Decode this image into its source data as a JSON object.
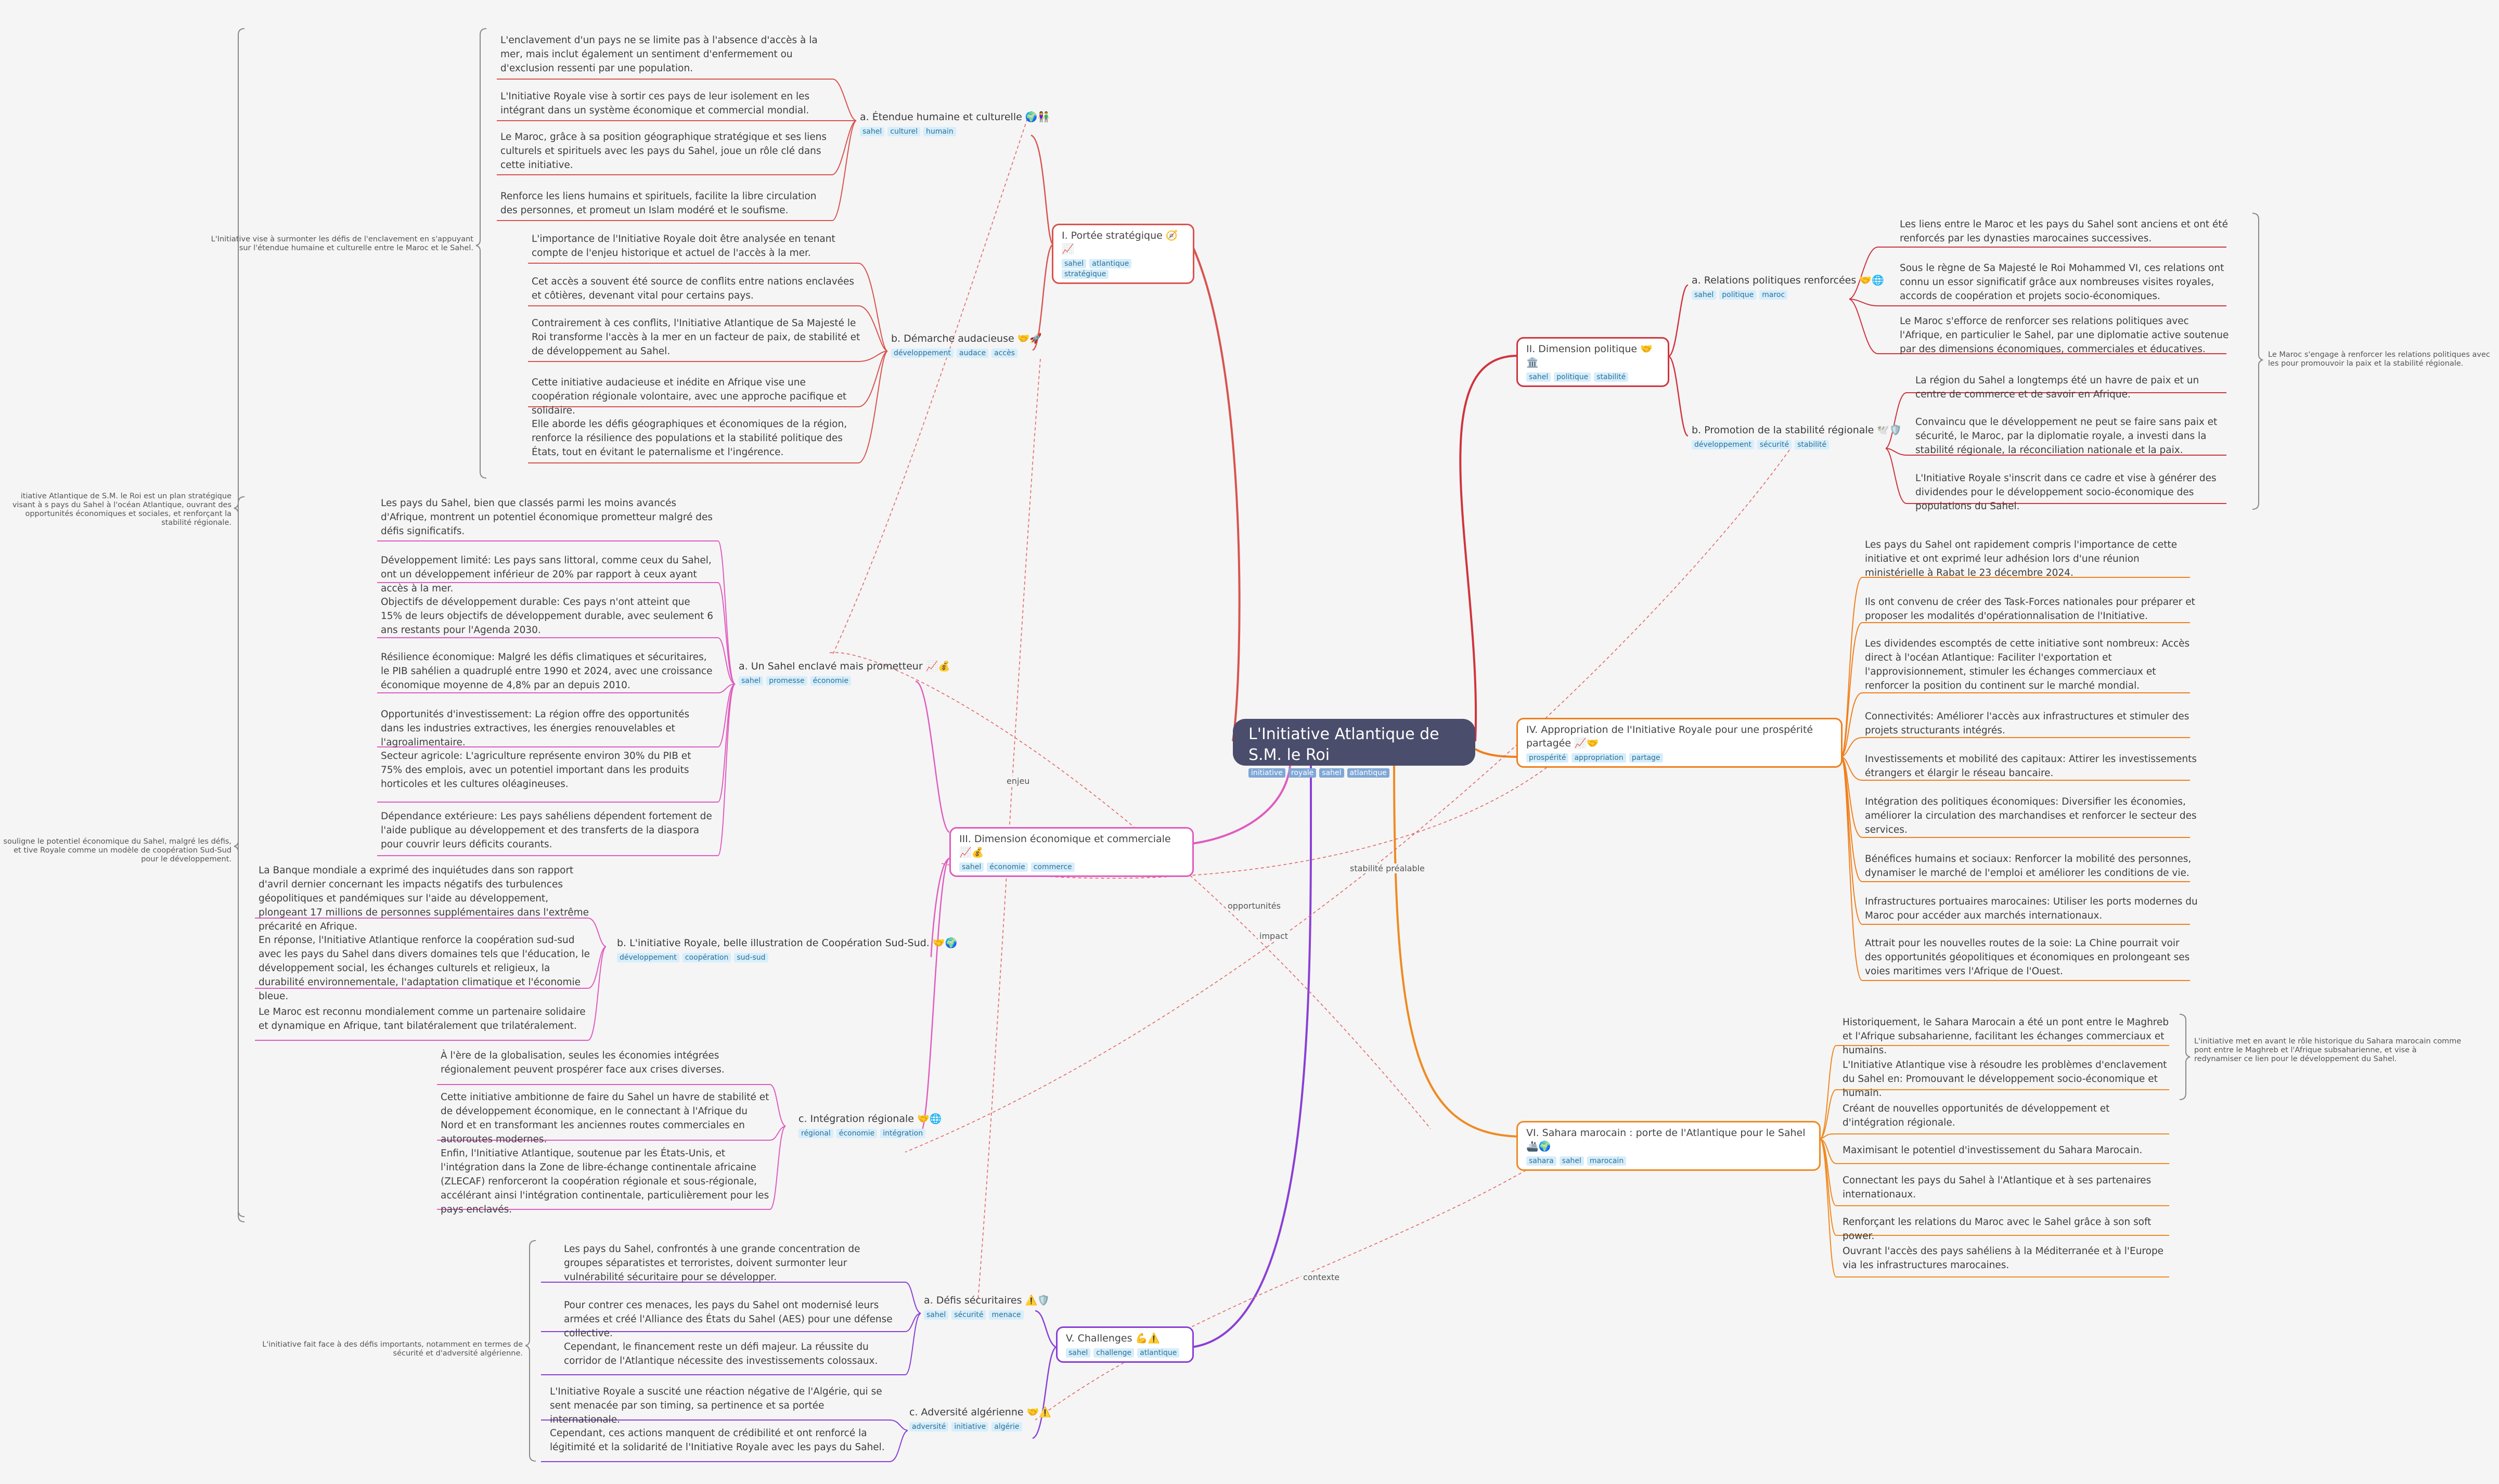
{
  "root": {
    "title": "L'Initiative Atlantique de S.M. le Roi",
    "tags": [
      "initiative",
      "royale",
      "sahel",
      "atlantique"
    ]
  },
  "branches": {
    "b1": {
      "title": "I. Portée stratégique 🧭📈",
      "tags": [
        "sahel",
        "atlantique",
        "stratégique"
      ],
      "a": {
        "title": "a. Étendue humaine et culturelle 🌍👫",
        "tags": [
          "sahel",
          "culturel",
          "humain"
        ],
        "leaves": [
          "L'enclavement d'un pays ne se limite pas à l'absence d'accès à la mer, mais inclut également un sentiment d'enfermement ou d'exclusion ressenti par une population.",
          "L'Initiative Royale vise à sortir ces pays de leur isolement en les intégrant dans un système économique et commercial mondial.",
          "Le Maroc, grâce à sa position géographique stratégique et ses liens culturels et spirituels avec les pays du Sahel, joue un rôle clé dans cette initiative.",
          "Renforce les liens humains et spirituels, facilite la libre circulation des personnes, et promeut un Islam modéré et le soufisme."
        ]
      },
      "b": {
        "title": "b. Démarche audacieuse 🤝🚀",
        "tags": [
          "développement",
          "audace",
          "accès"
        ],
        "leaves": [
          "L'importance de l'Initiative Royale doit être analysée en tenant compte de l'enjeu historique et actuel de l'accès à la mer.",
          "Cet accès a souvent été source de conflits entre nations enclavées et côtières, devenant vital pour certains pays.",
          "Contrairement à ces conflits, l'Initiative Atlantique de Sa Majesté le Roi transforme l'accès à la mer en un facteur de paix, de stabilité et de développement au Sahel.",
          "Cette initiative audacieuse et inédite en Afrique vise une coopération régionale volontaire, avec une approche pacifique et solidaire.",
          "Elle aborde les défis géographiques et économiques de la région, renforce la résilience des populations et la stabilité politique des États, tout en évitant le paternalisme et l'ingérence."
        ]
      },
      "summary": "L'Initiative vise à surmonter les défis de l'enclavement en s'appuyant sur l'étendue humaine et culturelle entre le Maroc et le Sahel."
    },
    "b2": {
      "title": "II. Dimension politique 🤝🏛️",
      "tags": [
        "sahel",
        "politique",
        "stabilité"
      ],
      "a": {
        "title": "a. Relations politiques renforcées 🤝🌐",
        "tags": [
          "sahel",
          "politique",
          "maroc"
        ],
        "leaves": [
          "Les liens entre le Maroc et les pays du Sahel sont anciens et ont été renforcés par les dynasties marocaines successives.",
          "Sous le règne de Sa Majesté le Roi Mohammed VI, ces relations ont connu un essor significatif grâce aux nombreuses visites royales, accords de coopération et projets socio-économiques.",
          "Le Maroc s'efforce de renforcer ses relations politiques avec l'Afrique, en particulier le Sahel, par une diplomatie active soutenue par des dimensions économiques, commerciales et éducatives."
        ]
      },
      "b": {
        "title": "b. Promotion de la stabilité régionale 🕊️🛡️",
        "tags": [
          "développement",
          "sécurité",
          "stabilité"
        ],
        "leaves": [
          "La région du Sahel a longtemps été un havre de paix et un centre de commerce et de savoir en Afrique.",
          "Convaincu que le développement ne peut se faire sans paix et sécurité, le Maroc, par la diplomatie royale, a investi dans la stabilité régionale, la réconciliation nationale et la paix.",
          "L'Initiative Royale s'inscrit dans ce cadre et vise à générer des dividendes pour le développement socio-économique des populations du Sahel."
        ]
      },
      "summary": "Le Maroc s'engage à renforcer les relations politiques avec les pour promouvoir la paix et la stabilité régionale."
    },
    "b3": {
      "title": "III. Dimension économique et commerciale 📈💰",
      "tags": [
        "sahel",
        "économie",
        "commerce"
      ],
      "a": {
        "title": "a. Un Sahel enclavé mais prometteur 📈💰",
        "tags": [
          "sahel",
          "promesse",
          "économie"
        ],
        "leaves": [
          "Les pays du Sahel, bien que classés parmi les moins avancés d'Afrique, montrent un potentiel économique prometteur malgré des défis significatifs.",
          "Développement limité: Les pays sans littoral, comme ceux du Sahel, ont un développement inférieur de 20% par rapport à ceux ayant accès à la mer.",
          "Objectifs de développement durable: Ces pays n'ont atteint que 15% de leurs objectifs de développement durable, avec seulement 6 ans restants pour l'Agenda 2030.",
          "Résilience économique: Malgré les défis climatiques et sécuritaires, le PIB sahélien a quadruplé entre 1990 et 2024, avec une croissance économique moyenne de 4,8% par an depuis 2010.",
          "Opportunités d'investissement: La région offre des opportunités dans les industries extractives, les énergies renouvelables et l'agroalimentaire.",
          "Secteur agricole: L'agriculture représente environ 30% du PIB et 75% des emplois, avec un potentiel important dans les produits horticoles et les cultures oléagineuses.",
          "Dépendance extérieure: Les pays sahéliens dépendent fortement de l'aide publique au développement et des transferts de la diaspora pour couvrir leurs déficits courants."
        ]
      },
      "b": {
        "title": "b. L'initiative Royale, belle illustration de Coopération Sud-Sud. 🤝🌍",
        "tags": [
          "développement",
          "coopération",
          "sud-sud"
        ],
        "leaves": [
          "La Banque mondiale a exprimé des inquiétudes dans son rapport d'avril dernier concernant les impacts négatifs des turbulences géopolitiques et pandémiques sur l'aide au développement, plongeant 17 millions de personnes supplémentaires dans l'extrême précarité en Afrique.",
          "En réponse, l'Initiative Atlantique renforce la coopération sud-sud avec les pays du Sahel dans divers domaines tels que l'éducation, le développement social, les échanges culturels et religieux, la durabilité environnementale, l'adaptation climatique et l'économie bleue.",
          "Le Maroc est reconnu mondialement comme un partenaire solidaire et dynamique en Afrique, tant bilatéralement que trilatéralement."
        ]
      },
      "c": {
        "title": "c. Intégration régionale 🤝🌐",
        "tags": [
          "régional",
          "économie",
          "intégration"
        ],
        "leaves": [
          "À l'ère de la globalisation, seules les économies intégrées régionalement peuvent prospérer face aux crises diverses.",
          "Cette initiative ambitionne de faire du Sahel un havre de stabilité et de développement économique, en le connectant à l'Afrique du Nord et en transformant les anciennes routes commerciales en autoroutes modernes.",
          "Enfin, l'Initiative Atlantique, soutenue par les États-Unis, et l'intégration dans la Zone de libre-échange continentale africaine (ZLECAF) renforceront la coopération régionale et sous-régionale, accélérant ainsi l'intégration continentale, particulièrement pour les pays enclavés."
        ]
      },
      "summary": "souligne le potentiel économique du Sahel, malgré les défis, et tive Royale comme un modèle de coopération Sud-Sud pour le développement."
    },
    "b4": {
      "title": "IV. Appropriation de l'Initiative Royale pour une prospérité partagée 📈🤝",
      "tags": [
        "prospérité",
        "appropriation",
        "partage"
      ],
      "leaves": [
        "Les pays du Sahel ont rapidement compris l'importance de cette initiative et ont exprimé leur adhésion lors d'une réunion ministérielle à Rabat le 23 décembre 2024.",
        "Ils ont convenu de créer des Task-Forces nationales pour préparer et proposer les modalités d'opérationnalisation de l'Initiative.",
        "Les dividendes escomptés de cette initiative sont nombreux: Accès direct à l'océan Atlantique: Faciliter l'exportation et l'approvisionnement, stimuler les échanges commerciaux et renforcer la position du continent sur le marché mondial.",
        "Connectivités: Améliorer l'accès aux infrastructures et stimuler des projets structurants intégrés.",
        "Investissements et mobilité des capitaux: Attirer les investissements étrangers et élargir le réseau bancaire.",
        "Intégration des politiques économiques: Diversifier les économies, améliorer la circulation des marchandises et renforcer le secteur des services.",
        "Bénéfices humains et sociaux: Renforcer la mobilité des personnes, dynamiser le marché de l'emploi et améliorer les conditions de vie.",
        "Infrastructures portuaires marocaines: Utiliser les ports modernes du Maroc pour accéder aux marchés internationaux.",
        "Attrait pour les nouvelles routes de la soie: La Chine pourrait voir des opportunités géopolitiques et économiques en prolongeant ses voies maritimes vers l'Afrique de l'Ouest."
      ]
    },
    "b5": {
      "title": "V. Challenges 💪⚠️",
      "tags": [
        "sahel",
        "challenge",
        "atlantique"
      ],
      "a": {
        "title": "a. Défis sécuritaires ⚠️🛡️",
        "tags": [
          "sahel",
          "sécurité",
          "menace"
        ],
        "leaves": [
          "Les pays du Sahel, confrontés à une grande concentration de groupes séparatistes et terroristes, doivent surmonter leur vulnérabilité sécuritaire pour se développer.",
          "Pour contrer ces menaces, les pays du Sahel ont modernisé leurs armées et créé l'Alliance des États du Sahel (AES) pour une défense collective.",
          "Cependant, le financement reste un défi majeur. La réussite du corridor de l'Atlantique nécessite des investissements colossaux."
        ]
      },
      "c": {
        "title": "c. Adversité algérienne 🤝⚠️",
        "tags": [
          "adversité",
          "initiative",
          "algérie"
        ],
        "leaves": [
          "L'Initiative Royale a suscité une réaction négative de l'Algérie, qui se sent menacée par son timing, sa pertinence et sa portée internationale.",
          "Cependant, ces actions manquent de crédibilité et ont renforcé la légitimité et la solidarité de l'Initiative Royale avec les pays du Sahel."
        ]
      },
      "summary": "L'initiative fait face à des défis importants, notamment en termes de sécurité et d'adversité algérienne."
    },
    "b6": {
      "title": "VI. Sahara marocain : porte de l'Atlantique pour le Sahel 🚢🌍",
      "tags": [
        "sahara",
        "sahel",
        "marocain"
      ],
      "leaves": [
        "Historiquement, le Sahara Marocain a été un pont entre le Maghreb et l'Afrique subsaharienne, facilitant les échanges commerciaux et humains.",
        "L'Initiative Atlantique vise à résoudre les problèmes d'enclavement du Sahel en: Promouvant le développement socio-économique et humain.",
        "Créant de nouvelles opportunités de développement et d'intégration régionale.",
        "Maximisant le potentiel d'investissement du Sahara Marocain.",
        "Connectant les pays du Sahel à l'Atlantique et à ses partenaires internationaux.",
        "Renforçant les relations du Maroc avec le Sahel grâce à son soft power.",
        "Ouvrant l'accès des pays sahéliens à la Méditerranée et à l'Europe via les infrastructures marocaines."
      ],
      "summary": "L'initiative met en avant le rôle historique du Sahara marocain comme pont entre le Maghreb et l'Afrique subsaharienne, et vise à redynamiser ce lien pour le développement du Sahel."
    }
  },
  "left_summary": "itiative Atlantique de S.M. le Roi est un plan stratégique visant à s pays du Sahel à l'océan Atlantique, ouvrant des opportunités économiques et sociales, et renforçant la stabilité régionale.",
  "relations": {
    "enjeu": "enjeu",
    "stabilite": "stabilité préalable",
    "opportunites": "opportunités",
    "impact": "impact",
    "contexte": "contexte"
  },
  "colors": {
    "b1": "#d9534f",
    "b2": "#d0343e",
    "b3": "#e05bbf",
    "b4": "#f07f1c",
    "b5": "#8a3fd6",
    "b6": "#ef8a21",
    "root": "#4a4d6b",
    "tag_bg": "#d6eefb"
  }
}
